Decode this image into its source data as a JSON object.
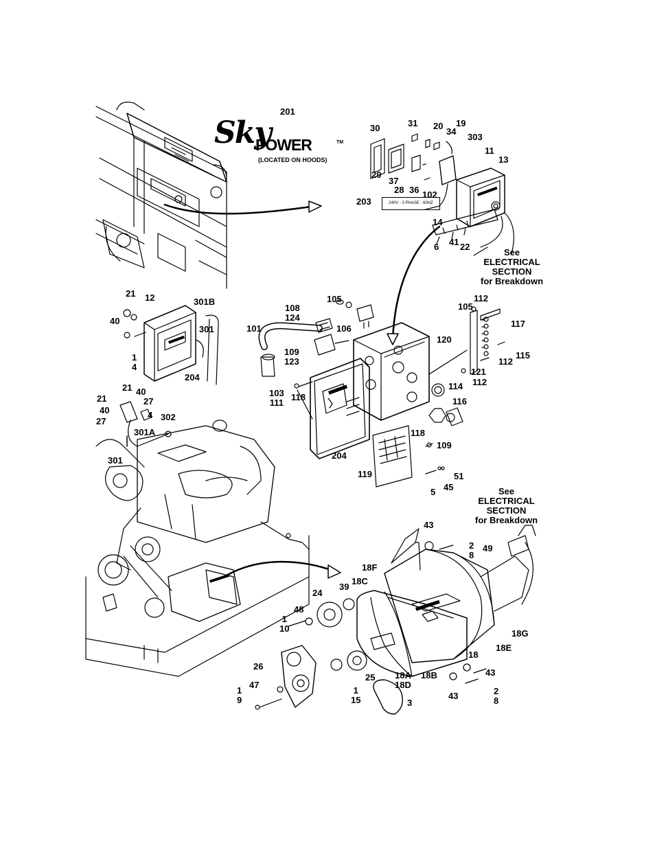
{
  "logo": {
    "sky": "Sky",
    "power": "POWER",
    "tm": "TM",
    "located": "(LOCATED ON HOODS)"
  },
  "plate_text": "240V - 3 PHASE - 60HZ",
  "notes": {
    "electrical_top": [
      "See",
      "ELECTRICAL",
      "SECTION",
      "for Breakdown"
    ],
    "electrical_bottom": [
      "See",
      "ELECTRICAL",
      "SECTION",
      "for Breakdown"
    ]
  },
  "callouts": {
    "c201": "201",
    "c30": "30",
    "c31": "31",
    "c20": "20",
    "c19": "19",
    "c34": "34",
    "c303": "303",
    "c11": "11",
    "c13": "13",
    "c29": "29",
    "c37": "37",
    "c28": "28",
    "c36": "36",
    "c102": "102",
    "c203": "203",
    "c14": "14",
    "c6": "6",
    "c41": "41",
    "c22": "22",
    "c21a": "21",
    "c12": "12",
    "c301b": "301B",
    "c40a": "40",
    "c301a_top": "301",
    "c1a": "1",
    "c4a": "4",
    "c204a": "204",
    "c105a": "105",
    "c108": "108",
    "c124": "124",
    "c106": "106",
    "c101": "101",
    "c109a": "109",
    "c123": "123",
    "c103": "103",
    "c111": "111",
    "c118a": "118",
    "c204b": "204",
    "c105b": "105",
    "c112a": "112",
    "c117": "117",
    "c120": "120",
    "c112b": "112",
    "c115": "115",
    "c121": "121",
    "c114": "114",
    "c112c": "112",
    "c116": "116",
    "c118b": "118",
    "c109b": "109",
    "c119": "119",
    "c51": "51",
    "c5": "5",
    "c45": "45",
    "c21b": "21",
    "c40b": "40",
    "c27a": "27",
    "c21c": "21",
    "c40c": "40",
    "c4b": "4",
    "c27b": "27",
    "c302": "302",
    "c301A": "301A",
    "c301c": "301",
    "c43a": "43",
    "c2a": "2",
    "c8a": "8",
    "c49": "49",
    "c18f": "18F",
    "c39": "39",
    "c18c": "18C",
    "c24": "24",
    "c48": "48",
    "c1b": "1",
    "c10": "10",
    "c18g": "18G",
    "c18e": "18E",
    "c18": "18",
    "c26": "26",
    "c43b": "43",
    "c18a": "18A",
    "c18b": "18B",
    "c18d": "18D",
    "c25": "25",
    "c1c": "1",
    "c15": "15",
    "c43c": "43",
    "c2b": "2",
    "c8b": "8",
    "c47": "47",
    "c1d": "1",
    "c9": "9",
    "c3": "3"
  }
}
